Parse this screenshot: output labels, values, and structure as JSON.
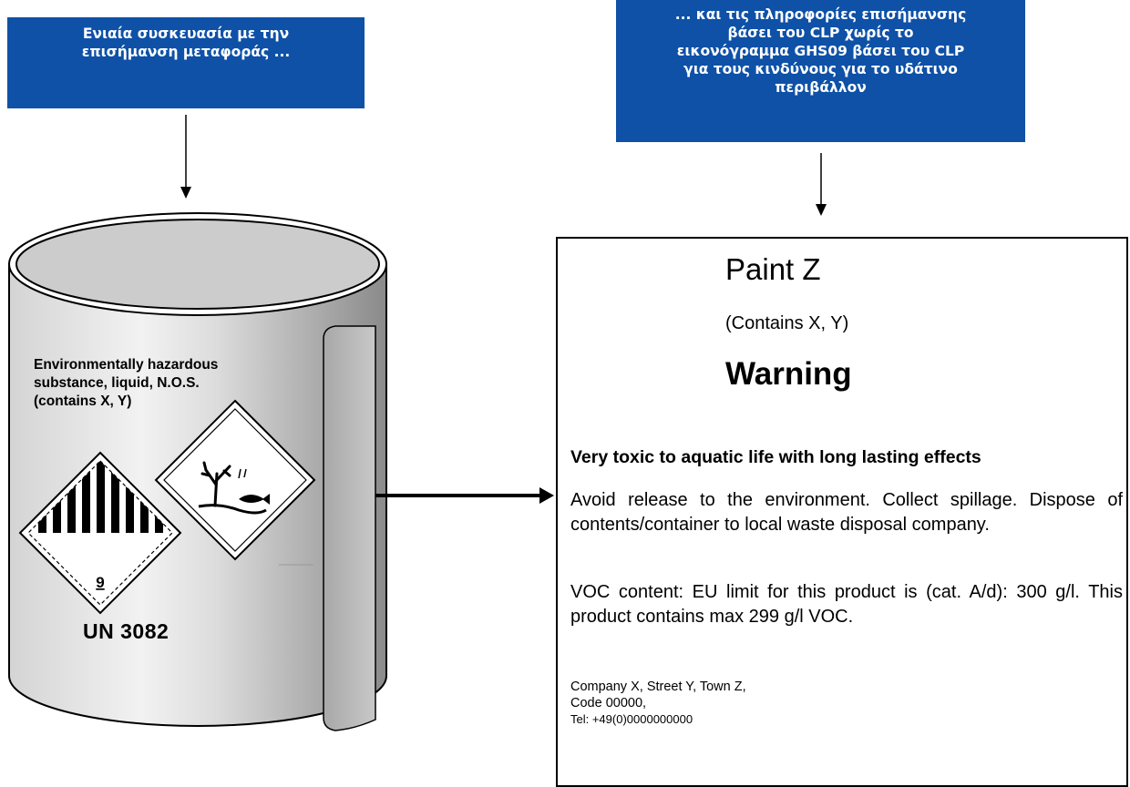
{
  "callouts": {
    "left": [
      "Ενιαία συσκευασία με την",
      "επισήμανση μεταφοράς ..."
    ],
    "right": [
      "... και τις πληροφορίες επισήμανσης",
      "βάσει του CLP χωρίς το",
      "εικονόγραμμα GHS09 βάσει του CLP",
      "για τους κινδύνους για το υδάτινο",
      "περιβάλλον"
    ]
  },
  "drum": {
    "transport_text": [
      "Environmentally hazardous",
      "substance, liquid, N.O.S.",
      "(contains X, Y)"
    ],
    "class_number": "9",
    "un_number": "UN 3082",
    "pictograms": [
      "class-9-miscellaneous-diamond",
      "environment-hazard-diamond"
    ]
  },
  "label": {
    "product_name": "Paint Z",
    "contains": "(Contains X, Y)",
    "signal_word": "Warning",
    "hazard_statement": "Very toxic to aquatic life with long lasting effects",
    "precaution": "Avoid release to the environment. Collect spillage. Dispose of contents/container to local waste disposal company.",
    "voc": "VOC content: EU limit for this product is (cat. A/d): 300 g/l. This product contains max 299 g/l VOC.",
    "company": [
      "Company X, Street Y, Town Z,",
      "Code 00000,",
      "Tel: +49(0)0000000000"
    ]
  },
  "colors": {
    "callout_bg": "#0e51a7",
    "callout_text": "#ffffff"
  }
}
